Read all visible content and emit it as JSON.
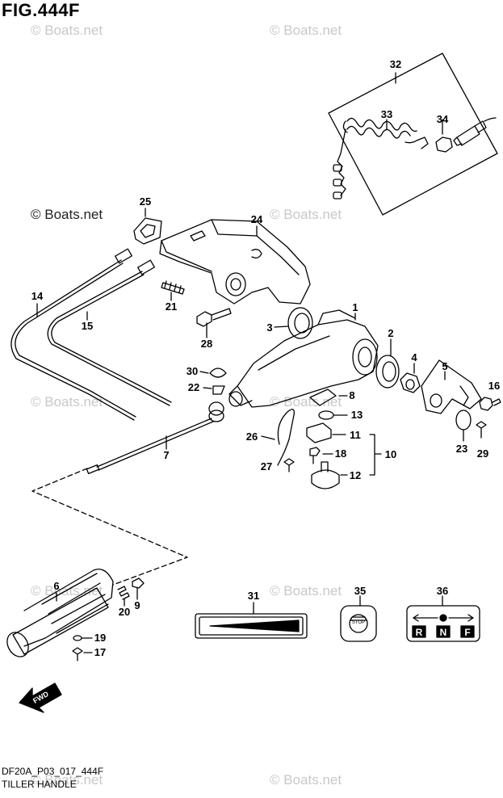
{
  "figure_title": "FIG.444F",
  "footer": {
    "code": "DF20A_P03_017_444F",
    "name": "TILLER HANDLE"
  },
  "watermark": "© Boats.net",
  "callouts": [
    "1",
    "2",
    "3",
    "4",
    "5",
    "6",
    "7",
    "8",
    "9",
    "10",
    "11",
    "12",
    "13",
    "14",
    "15",
    "16",
    "17",
    "18",
    "19",
    "20",
    "21",
    "22",
    "23",
    "24",
    "25",
    "26",
    "27",
    "28",
    "29",
    "30",
    "31",
    "32",
    "33",
    "34",
    "35",
    "36"
  ],
  "stop_switch_label": "STOP",
  "shift_label": {
    "reverse": "R",
    "neutral": "N",
    "forward": "F"
  },
  "fwd_arrow_label": "FWD",
  "icons": [
    "tiller-grip",
    "throttle-cable",
    "shift-cable",
    "steering-bracket",
    "lanyard-cord",
    "stop-switch",
    "shift-decal",
    "fwd-arrow"
  ]
}
